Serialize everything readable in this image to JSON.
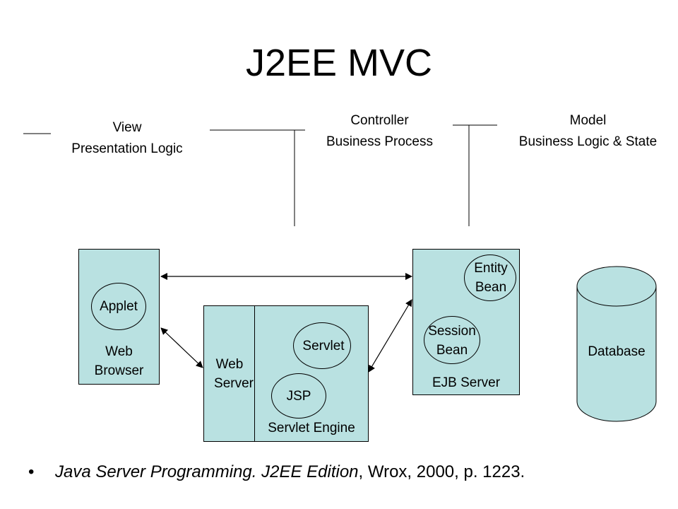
{
  "title": "J2EE MVC",
  "layers": {
    "view": {
      "line1": "View",
      "line2": "Presentation Logic"
    },
    "controller": {
      "line1": "Controller",
      "line2": "Business Process"
    },
    "model": {
      "line1": "Model",
      "line2": "Business Logic & State"
    }
  },
  "components": {
    "web_browser": {
      "line1": "Web",
      "line2": "Browser"
    },
    "applet": "Applet",
    "web_server": {
      "line1": "Web",
      "line2": "Server"
    },
    "servlet": "Servlet",
    "jsp": "JSP",
    "servlet_engine": "Servlet Engine",
    "entity_bean": {
      "line1": "Entity",
      "line2": "Bean"
    },
    "session_bean": {
      "line1": "Session",
      "line2": "Bean"
    },
    "ejb_server": "EJB Server",
    "database": "Database"
  },
  "citation": {
    "italic": "Java Server Programming. J2EE Edition",
    "rest": ", Wrox, 2000, p. 1223."
  }
}
